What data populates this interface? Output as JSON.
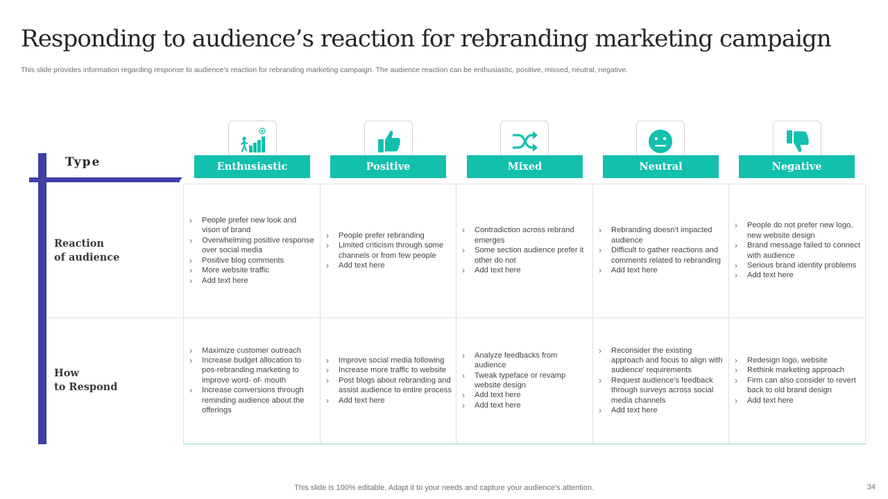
{
  "title": "Responding to audience’s reaction for rebranding marketing campaign",
  "subtitle": "This slide provides information regarding response to audience’s reaction for rebranding marketing campaign. The audience reaction can be enthusiastic, positive, missed, neutral, negative.",
  "type_label": "Type",
  "row_labels": [
    {
      "line1": "Reaction",
      "line2": "of audience"
    },
    {
      "line1": "How",
      "line2": "to Respond"
    }
  ],
  "accent_color": "#13bfad",
  "bracket_color": "#3f3fa6",
  "columns": [
    {
      "label": "Enthusiastic",
      "icon": "growth-stairs-icon",
      "reaction": [
        "People prefer new look and vison of brand",
        "Overwhelming positive response over social media",
        "Positive blog comments",
        "More website traffic",
        "Add text here"
      ],
      "respond": [
        "Maximize customer outreach",
        "Increase budget allocation to pos-rebranding marketing to improve word- of- mouth",
        "Increase conversions through reminding audience about the offerings"
      ]
    },
    {
      "label": "Positive",
      "icon": "thumbs-up-icon",
      "reaction": [
        "People prefer rebranding",
        "Limited criticism through some channels or from few people",
        "Add text here"
      ],
      "respond": [
        "Improve social media following",
        "Increase more traffic to website",
        "Post blogs about rebranding and assist audience to entire process",
        "Add text here"
      ]
    },
    {
      "label": "Mixed",
      "icon": "shuffle-icon",
      "reaction": [
        "Contradiction across rebrand emerges",
        "Some section audience prefer it other do not",
        "Add text here"
      ],
      "respond": [
        "Analyze feedbacks from audience",
        "Tweak typeface or revamp website design",
        "Add text here",
        "Add text here"
      ]
    },
    {
      "label": "Neutral",
      "icon": "neutral-face-icon",
      "reaction": [
        "Rebranding doesn’t impacted audience",
        "Difficult to gather reactions and comments related to rebranding",
        "Add text here"
      ],
      "respond": [
        "Reconsider the existing approach and focus to align with audience’ requirements",
        "Request audience’s feedback through surveys across social media channels",
        "Add text here"
      ]
    },
    {
      "label": "Negative",
      "icon": "thumbs-down-icon",
      "reaction": [
        "People do not prefer new logo, new website design",
        "Brand message failed to connect with audience",
        "Serious brand identity problems",
        "Add text here"
      ],
      "respond": [
        "Redesign logo, website",
        "Rethink marketing approach",
        "Firm can also consider to revert back to old brand design",
        "Add text here"
      ]
    }
  ],
  "footer": "This slide is 100% editable. Adapt it to your needs and capture your audience's attention.",
  "page_number": "34"
}
